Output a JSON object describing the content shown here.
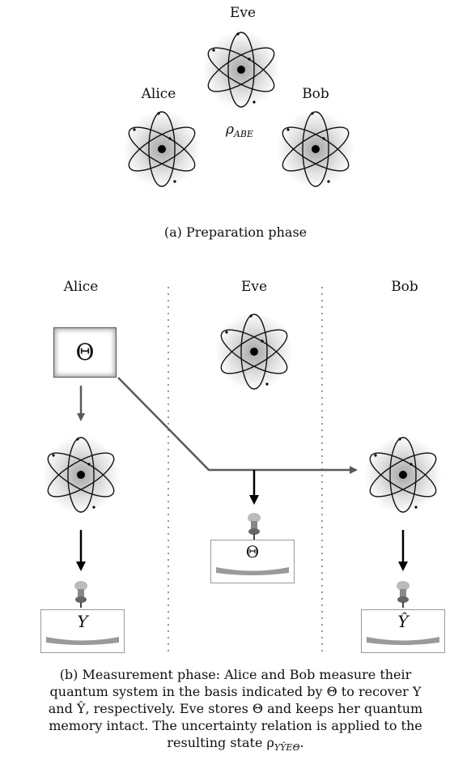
{
  "preparation": {
    "eve_label": "Eve",
    "alice_label": "Alice",
    "bob_label": "Bob",
    "state_symbol": "ρ",
    "state_subscript": "ABE",
    "caption": "(a) Preparation phase"
  },
  "measurement": {
    "alice_label": "Alice",
    "eve_label": "Eve",
    "bob_label": "Bob",
    "theta_symbol": "Θ",
    "eve_meter_symbol": "Θ",
    "alice_meter_symbol": "Y",
    "bob_meter_symbol": "Ŷ",
    "caption_lines": [
      "(b) Measurement phase: Alice and Bob measure their",
      "quantum system in the basis indicated by Θ to recover Y",
      "and Ŷ, respectively. Eve stores Θ and keeps her quantum",
      "memory intact. The uncertainty relation is applied to the",
      "resulting state ρ"
    ],
    "caption_final_subscript": "YŶEΘ",
    "caption_final_suffix": "."
  },
  "colors": {
    "arrow_gray": "#5a5a5a",
    "divider_gray": "#999999",
    "atom_ink": "#111111"
  }
}
